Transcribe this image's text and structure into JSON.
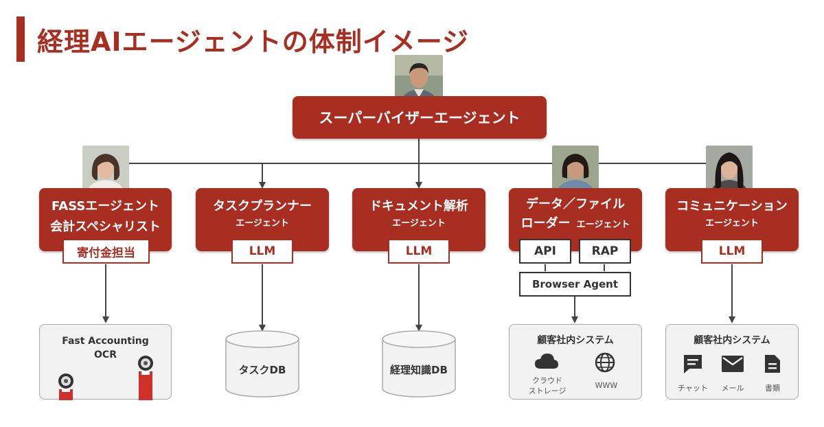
{
  "title": "経理AIエージェントの体制イメージ",
  "supervisor": {
    "label": "スーパーバイザーエージェント"
  },
  "agents": [
    {
      "line1": "FASSエージェント",
      "line2": "会計スペシャリスト",
      "tag": "寄付金担当"
    },
    {
      "line1": "タスクプランナー",
      "line2": "エージェント",
      "tag": "LLM"
    },
    {
      "line1": "ドキュメント解析",
      "line2": "エージェント",
      "tag": "LLM"
    },
    {
      "line1": "データ／ファイル",
      "line2a": "ローダー",
      "line2b": "エージェント",
      "tag_api": "API",
      "tag_rap": "RAP",
      "browser": "Browser Agent"
    },
    {
      "line1": "コミュニケーション",
      "line2": "エージェント",
      "tag": "LLM"
    }
  ],
  "systems": {
    "ocr": {
      "line1": "Fast Accounting",
      "line2": "OCR"
    },
    "task_db": "タスクDB",
    "knowledge_db": "経理知識DB",
    "customer1": {
      "title": "顧客社内システム",
      "cloud_line1": "クラウド",
      "cloud_line2": "ストレージ",
      "www": "WWW"
    },
    "customer2": {
      "title": "顧客社内システム",
      "chat": "チャット",
      "mail": "メール",
      "docs": "書類"
    }
  },
  "colors": {
    "accent": "#a92e22",
    "line": "#444444",
    "panel": "#f2f2f2"
  },
  "icons": [
    "robot-icon",
    "cloud-icon",
    "globe-icon",
    "chat-icon",
    "mail-icon",
    "document-icon"
  ]
}
